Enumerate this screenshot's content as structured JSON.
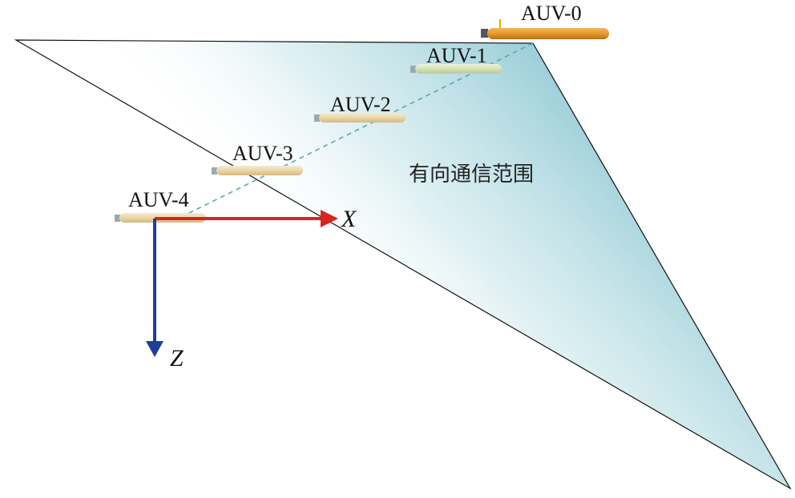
{
  "region": {
    "label": "有向通信范围"
  },
  "axes": {
    "x_label": "X",
    "z_label": "Z"
  },
  "vehicles": [
    {
      "id": "leader",
      "label": "AUV-0"
    },
    {
      "id": "follower",
      "label": "AUV-1"
    },
    {
      "id": "follower",
      "label": "AUV-2"
    },
    {
      "id": "follower",
      "label": "AUV-3"
    },
    {
      "id": "follower",
      "label": "AUV-4"
    }
  ],
  "colors": {
    "leader_body": "#e39a2d",
    "follower_body": "#ead7a6",
    "follower_body_first": "#d6e0b8",
    "x_axis": "#d8231f",
    "z_axis": "#1f3f97",
    "region_fill": "#9fd0d8",
    "link_dash": "#5aa9b8"
  }
}
